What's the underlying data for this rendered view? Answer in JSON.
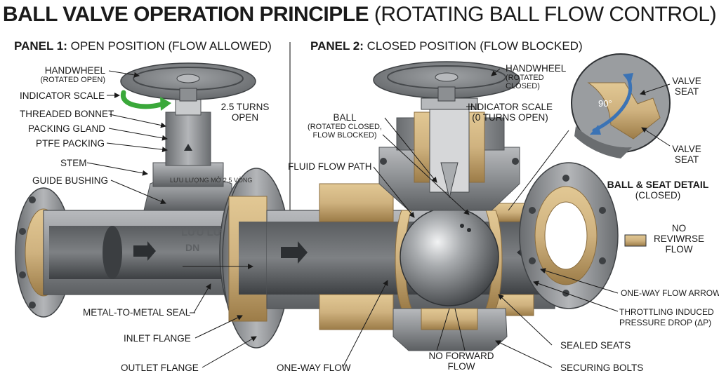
{
  "title": {
    "bold": "BALL VALVE OPERATION PRINCIPLE",
    "rest": "(ROTATING BALL FLOW CONTROL)"
  },
  "panel1": {
    "heading_bold": "PANEL 1:",
    "heading_rest": "OPEN POSITION (FLOW ALLOWED)",
    "labels": {
      "handwheel": "HANDWHEEL",
      "handwheel_sub": "(ROTATED OPEN)",
      "indicator_scale": "INDICATOR SCALE",
      "threaded_bonnet": "THREADED BONNET",
      "packing_gland": "PACKING GLAND",
      "ptfe_packing": "PTFE PACKING",
      "stem": "STEM",
      "guide_bushing": "GUIDE BUSHING",
      "turns_line1": "2.5 TURNS",
      "turns_line2": "OPEN",
      "metal_seal": "METAL-TO-METAL SEAL",
      "inlet_flange": "INLET FLANGE",
      "outlet_flange": "OUTLET FLANGE",
      "body_marking": "LƯU LƯỢNG MỞ 2.5 VÒNG",
      "body_cast": "LƯU LƯ",
      "body_dn": "DN"
    }
  },
  "panel2": {
    "heading_bold": "PANEL 2:",
    "heading_rest": "CLOSED POSITION (FLOW BLOCKED)",
    "labels": {
      "handwheel": "HANDWHEEL",
      "handwheel_sub1": "(ROTATED",
      "handwheel_sub2": "CLOSED)",
      "indicator_scale": "INDICATOR SCALE",
      "indicator_sub": "(0 TURNS OPEN)",
      "ball": "BALL",
      "ball_sub1": "(ROTATED CLOSED,",
      "ball_sub2": "FLOW BLOCKED)",
      "fluid_flow_path": "FLUID FLOW PATH",
      "one_way_flow": "ONE-WAY FLOW",
      "no_forward_line1": "NO FORWARD",
      "no_forward_line2": "FLOW",
      "sealed_seats": "SEALED SEATS",
      "securing_bolts": "SECURING BOLTS",
      "one_way_arrows": "ONE-WAY FLOW ARROWS",
      "throttling_line1": "THROTTLING INDUCED",
      "throttling_line2": "PRESSURE DROP (ΔP)"
    }
  },
  "detail": {
    "valve_seat_top_1": "VALVE",
    "valve_seat_top_2": "SEAT",
    "valve_seat_bottom_1": "VALVE",
    "valve_seat_bottom_2": "SEAT",
    "angle": "90°",
    "caption": "BALL & SEAT DETAIL",
    "caption_sub": "(CLOSED)"
  },
  "legend": {
    "line1": "NO",
    "line2": "REVIWRSE",
    "line3": "FLOW"
  },
  "colors": {
    "steel": "#8c8f92",
    "steel_dark": "#4e5154",
    "brass": "#cfb27f",
    "brass_dark": "#a68650",
    "green_arrow": "#3aa83a",
    "blue_arrow": "#3b73b5"
  }
}
